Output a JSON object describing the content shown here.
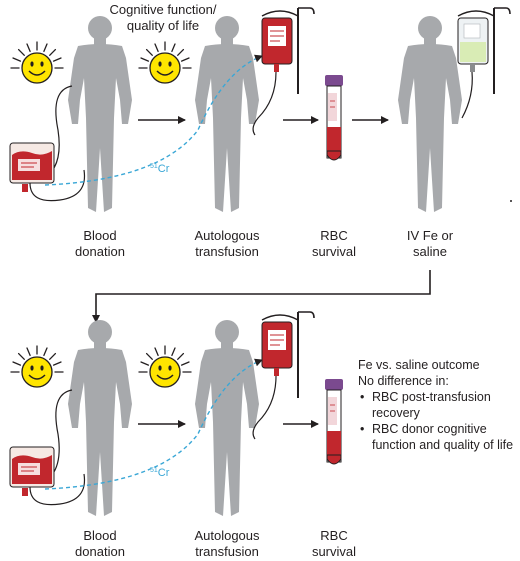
{
  "top_row": {
    "header": "Cognitive function/\nquality of life",
    "steps": [
      "Blood\ndonation",
      "Autologous\ntransfusion",
      "RBC\nsurvival",
      "IV Fe or\nsaline"
    ]
  },
  "bottom_row": {
    "steps": [
      "Blood\ndonation",
      "Autologous\ntransfusion",
      "RBC\nsurvival"
    ]
  },
  "tracer": {
    "base": "Cr",
    "mass": "51"
  },
  "outcome": {
    "title": "Fe vs. saline outcome",
    "subtitle": "No difference in:",
    "items": [
      "RBC post-transfusion recovery",
      "RBC donor cognitive function and quality of life"
    ]
  },
  "colors": {
    "figure": "#a7a9ac",
    "blood": "#c1272d",
    "dashed": "#3aa7d6",
    "sun": "#ffe500",
    "cap": "#7b4a8f",
    "saline": "#d9ecb5"
  },
  "icons": [
    "sun-face-icon",
    "blood-bag-icon",
    "iv-pole-icon",
    "blood-tube-icon",
    "saline-bag-icon",
    "human-figure-icon"
  ]
}
